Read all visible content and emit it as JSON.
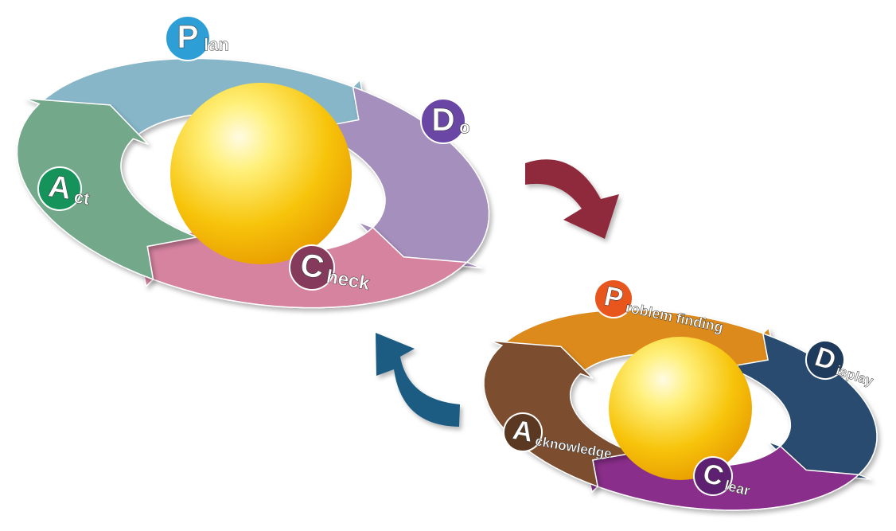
{
  "cycles": [
    {
      "id": "pdca",
      "segments": [
        {
          "key": "plan",
          "initial": "P",
          "rest": "lan",
          "color": "#87b6c9",
          "badge": "#2e9fd6"
        },
        {
          "key": "do",
          "initial": "D",
          "rest": "o",
          "color": "#a58fbd",
          "badge": "#6a47a5"
        },
        {
          "key": "check",
          "initial": "C",
          "rest": "heck",
          "color": "#d683a0",
          "badge": "#863a5b"
        },
        {
          "key": "act",
          "initial": "A",
          "rest": "ct",
          "color": "#73a98a",
          "badge": "#15935a"
        }
      ]
    },
    {
      "id": "pdca-2",
      "segments": [
        {
          "key": "problem-finding",
          "initial": "P",
          "rest": "roblem finding",
          "color": "#dc8a1a",
          "badge": "#e8561d"
        },
        {
          "key": "display",
          "initial": "D",
          "rest": "isplay",
          "color": "#2b4c70",
          "badge": "#1e3a5d"
        },
        {
          "key": "clear",
          "initial": "C",
          "rest": "lear",
          "color": "#892f8a",
          "badge": "#5e2070"
        },
        {
          "key": "acknowledge",
          "initial": "A",
          "rest": "cknowledge",
          "color": "#7b4d2d",
          "badge": "#5b3822"
        }
      ]
    }
  ],
  "connectors": [
    {
      "from": "pdca",
      "to": "pdca-2",
      "color": "#8e2b3a"
    },
    {
      "from": "pdca-2",
      "to": "pdca",
      "color": "#1f5b82"
    }
  ],
  "sphere_color": "#f5c400"
}
